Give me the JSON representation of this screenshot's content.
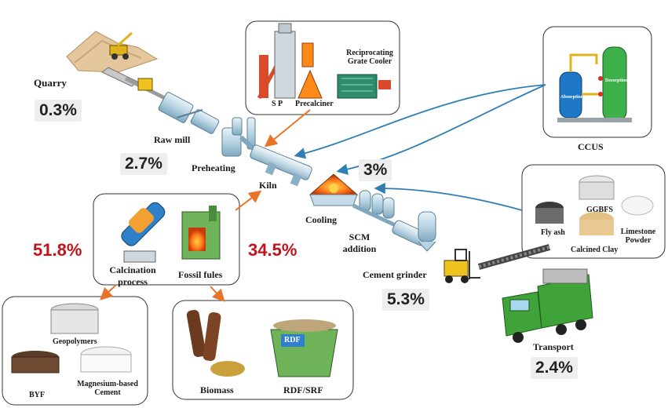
{
  "labels": {
    "quarry": "Quarry",
    "raw_mill": "Raw mill",
    "preheating": "Preheating",
    "kiln": "Kiln",
    "cooling": "Cooling",
    "scm_addition_1": "SCM",
    "scm_addition_2": "addition",
    "cement_grinder": "Cement grinder",
    "transport": "Transport",
    "ccus": "CCUS",
    "sp": "S P",
    "precalciner": "Precalciner",
    "grate_cooler_1": "Reciprocating",
    "grate_cooler_2": "Grate Cooler",
    "calcination_1": "Calcination",
    "calcination_2": "process",
    "fossil_fules": "Fossil fules",
    "geopolymers": "Geopolymers",
    "byf": "BYF",
    "mg_cement_1": "Magnesium-based",
    "mg_cement_2": "Cement",
    "biomass": "Biomass",
    "rdf_srf": "RDF/SRF",
    "rdf_bin": "RDF",
    "fly_ash": "Fly ash",
    "ggbfs": "GGBFS",
    "calcined_clay": "Calcined Clay",
    "limestone_1": "Limestone",
    "limestone_2": "Powder",
    "absorption": "Absorption",
    "desorption": "Desorption"
  },
  "percentages": {
    "quarry": "0.3%",
    "raw_mill": "2.7%",
    "ccus_cooling": "3%",
    "calcination": "51.8%",
    "fossil_fuels": "34.5%",
    "cement_grinder": "5.3%",
    "transport": "2.4%"
  },
  "colors": {
    "emphasis_red": "#c0141b",
    "orange_arrow": "#e8742a",
    "blue_arrow": "#2f7fb5"
  }
}
